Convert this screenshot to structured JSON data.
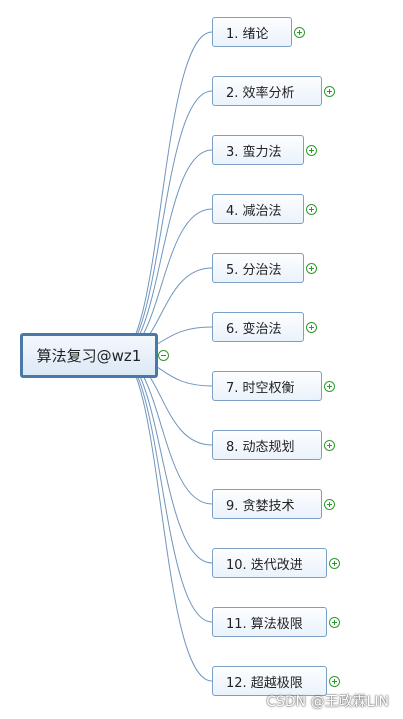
{
  "root": {
    "label": "算法复习@wz1",
    "toggle": "minus-circle-icon"
  },
  "topics": [
    {
      "label": "1. 绪论",
      "toggle": "plus-circle-icon"
    },
    {
      "label": "2. 效率分析",
      "toggle": "plus-circle-icon"
    },
    {
      "label": "3. 蛮力法",
      "toggle": "plus-circle-icon"
    },
    {
      "label": "4. 减治法",
      "toggle": "plus-circle-icon"
    },
    {
      "label": "5. 分治法",
      "toggle": "plus-circle-icon"
    },
    {
      "label": "6. 变治法",
      "toggle": "plus-circle-icon"
    },
    {
      "label": "7. 时空权衡",
      "toggle": "plus-circle-icon"
    },
    {
      "label": "8. 动态规划",
      "toggle": "plus-circle-icon"
    },
    {
      "label": "9. 贪婪技术",
      "toggle": "plus-circle-icon"
    },
    {
      "label": "10. 迭代改进",
      "toggle": "plus-circle-icon"
    },
    {
      "label": "11. 算法极限",
      "toggle": "plus-circle-icon"
    },
    {
      "label": "12. 超越极限",
      "toggle": "plus-circle-icon"
    }
  ],
  "watermark": "CSDN @王政霖LIN",
  "colors": {
    "link": "#6f96bd",
    "root_border": "#4a78a8",
    "topic_border": "#7b9fc5",
    "toggle": "#2f9b2f"
  }
}
